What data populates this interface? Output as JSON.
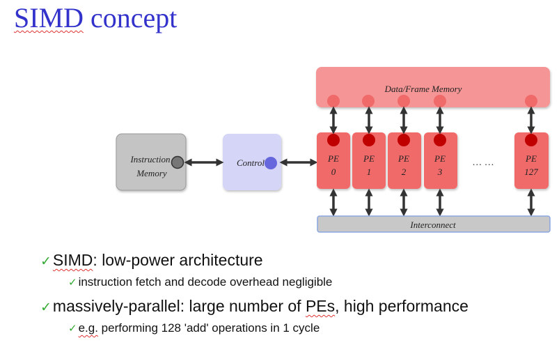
{
  "title": {
    "word": "SIMD",
    "rest": " concept"
  },
  "diagram": {
    "instruction_memory": [
      "Instruction",
      "Memory"
    ],
    "control": "Control",
    "data_memory": "Data/Frame Memory",
    "interconnect": "Interconnect",
    "pes": [
      {
        "label": "PE",
        "index": "0"
      },
      {
        "label": "PE",
        "index": "1"
      },
      {
        "label": "PE",
        "index": "2"
      },
      {
        "label": "PE",
        "index": "3"
      },
      {
        "label": "PE",
        "index": "127"
      }
    ],
    "ellipsis": "…  …"
  },
  "bullets": {
    "b1": {
      "highlight": "SIMD",
      "text": ": low-power architecture"
    },
    "b1_sub": {
      "text": "instruction fetch and decode overhead negligible"
    },
    "b2": {
      "text": "massively-parallel: large number of ",
      "highlight": "PEs",
      "tail": ", high performance"
    },
    "b2_sub": {
      "highlight": "e.g.",
      "text": " performing 128 'add' operations in 1 cycle"
    }
  },
  "colors": {
    "title": "#3333cc",
    "check": "#33aa33",
    "pe_fill": "#f06a6a",
    "pe_dot": "#c00000",
    "memory_fill": "#f59595",
    "control_fill": "#d5d5f7",
    "instr_fill": "#c4c4c4",
    "interconnect_fill": "#c8c8c8",
    "interconnect_border": "#8aa6e0"
  }
}
